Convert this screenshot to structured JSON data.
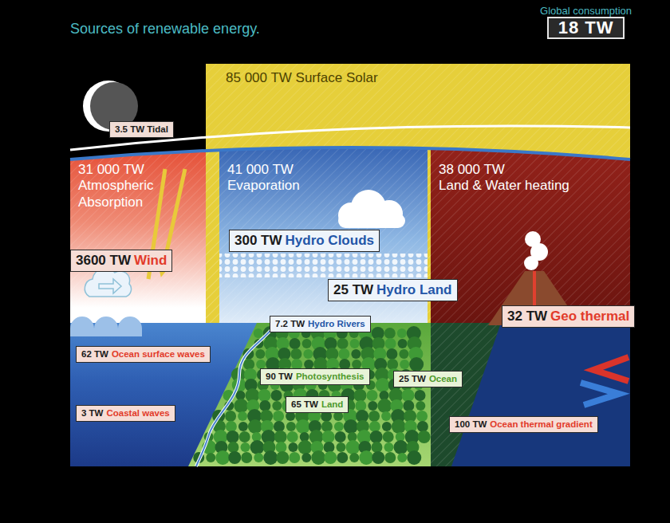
{
  "diagram": {
    "title": "Sources of renewable energy.",
    "nodes": [
      {
        "text": [
          "Global consumption",
          "18 TW"
        ]
      },
      {
        "text": [
          "85 000 TW Surface Solar"
        ]
      },
      {
        "text": [
          "3.5 TW Tidal"
        ]
      },
      {
        "text": [
          "31 000 TW",
          "Atmospheric Absorption"
        ]
      },
      {
        "text": [
          "3600 TW",
          "Wind"
        ],
        "in": 3
      },
      {
        "text": [
          "41 000 TW",
          "Evaporation"
        ]
      },
      {
        "text": [
          "300 TW",
          "Hydro Clouds"
        ],
        "in": 5
      },
      {
        "text": [
          "25 TW",
          "Hydro Land"
        ],
        "in": 5
      },
      {
        "text": [
          "38 000 TW",
          "Land & Water heating"
        ]
      },
      {
        "text": [
          "32 TW",
          "Geo thermal"
        ],
        "in": 8
      },
      {
        "text": [
          "62 TW",
          "Ocean surface waves"
        ]
      },
      {
        "text": [
          "7.2 TW",
          "Hydro Rivers"
        ]
      },
      {
        "text": [
          "90 TW",
          "Photosynthesis"
        ]
      },
      {
        "text": [
          "25 TW",
          "Ocean"
        ]
      },
      {
        "text": [
          "65 TW",
          "Land"
        ]
      },
      {
        "text": [
          "3 TW",
          "Coastal waves"
        ]
      },
      {
        "text": [
          "100 TW",
          "Ocean thermal gradient"
        ]
      }
    ]
  }
}
